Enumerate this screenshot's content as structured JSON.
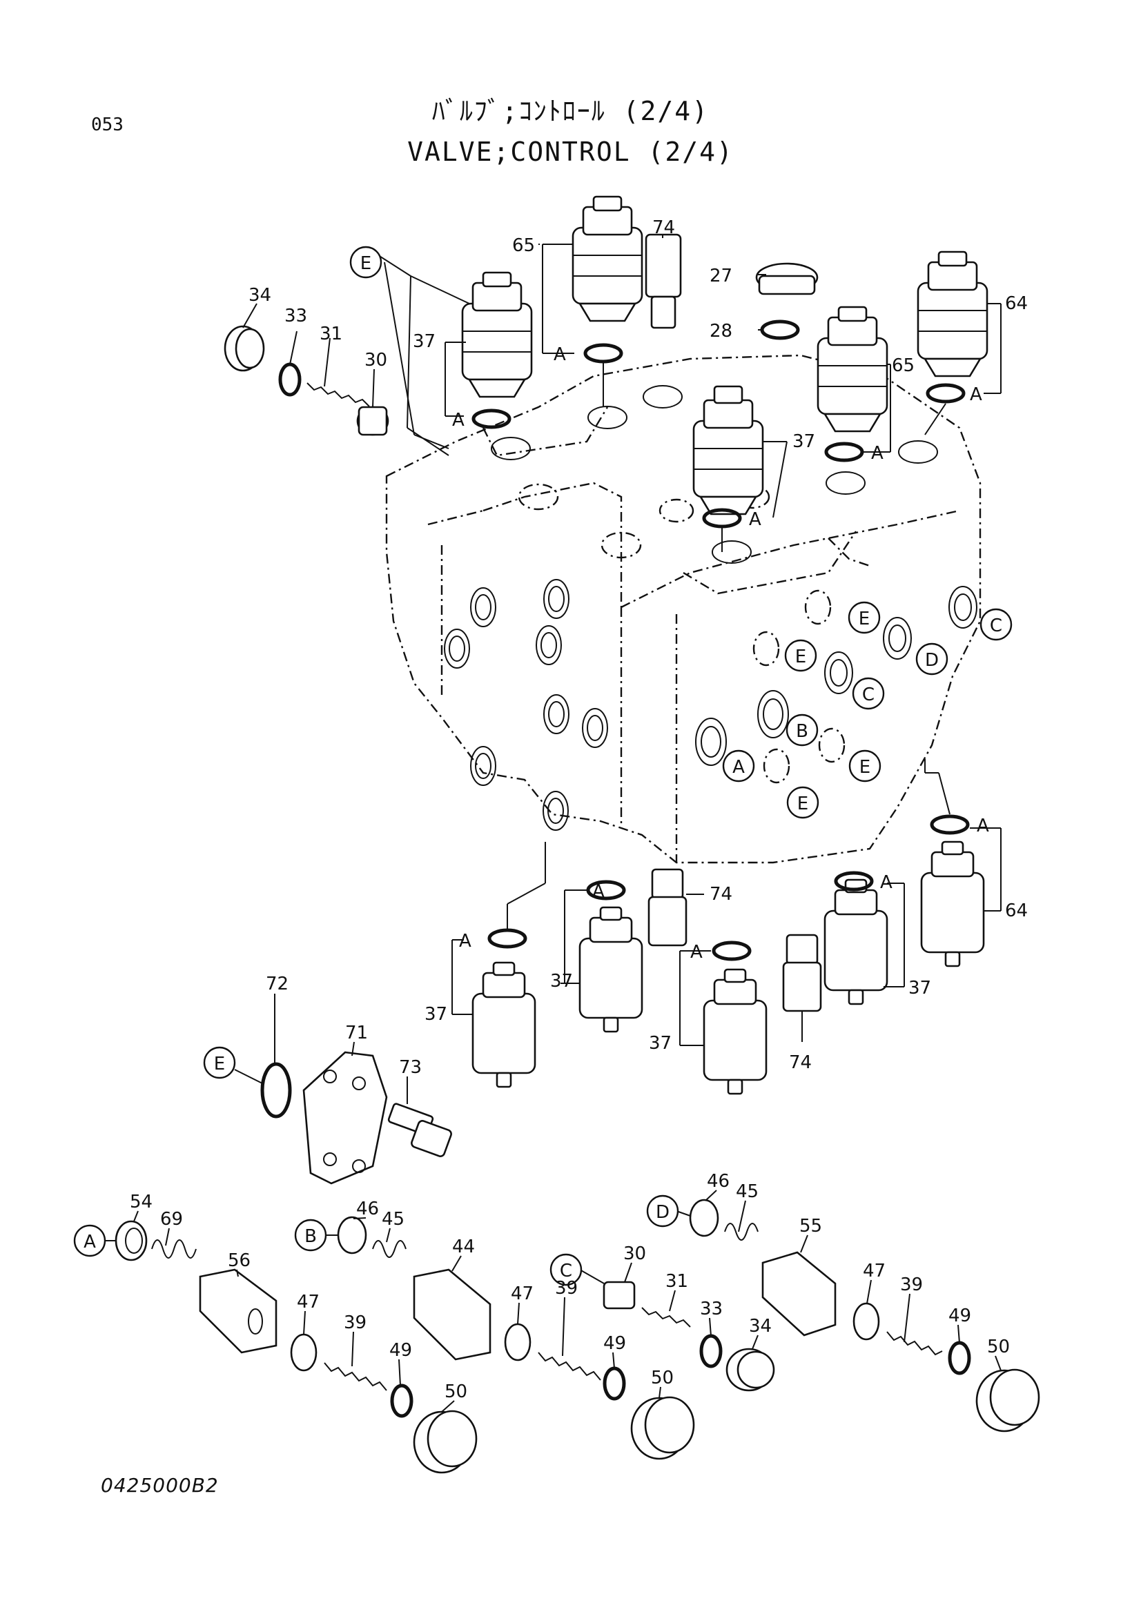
{
  "header": {
    "page_number": "053",
    "title_jp": "ﾊﾞﾙﾌﾞ;ｺﾝﾄﾛｰﾙ (2/4)",
    "title_en": "VALVE;CONTROL (2/4)"
  },
  "footer": {
    "drawing_code": "0425000B2"
  },
  "callouts": {
    "A": "A",
    "B": "B",
    "C": "C",
    "D": "D",
    "E": "E"
  },
  "parts": {
    "p27": "27",
    "p28": "28",
    "p30": "30",
    "p31": "31",
    "p33": "33",
    "p34": "34",
    "p37": "37",
    "p39": "39",
    "p44": "44",
    "p45": "45",
    "p46": "46",
    "p47": "47",
    "p49": "49",
    "p50": "50",
    "p54": "54",
    "p55": "55",
    "p56": "56",
    "p64": "64",
    "p65": "65",
    "p69": "69",
    "p71": "71",
    "p72": "72",
    "p73": "73",
    "p74": "74"
  }
}
